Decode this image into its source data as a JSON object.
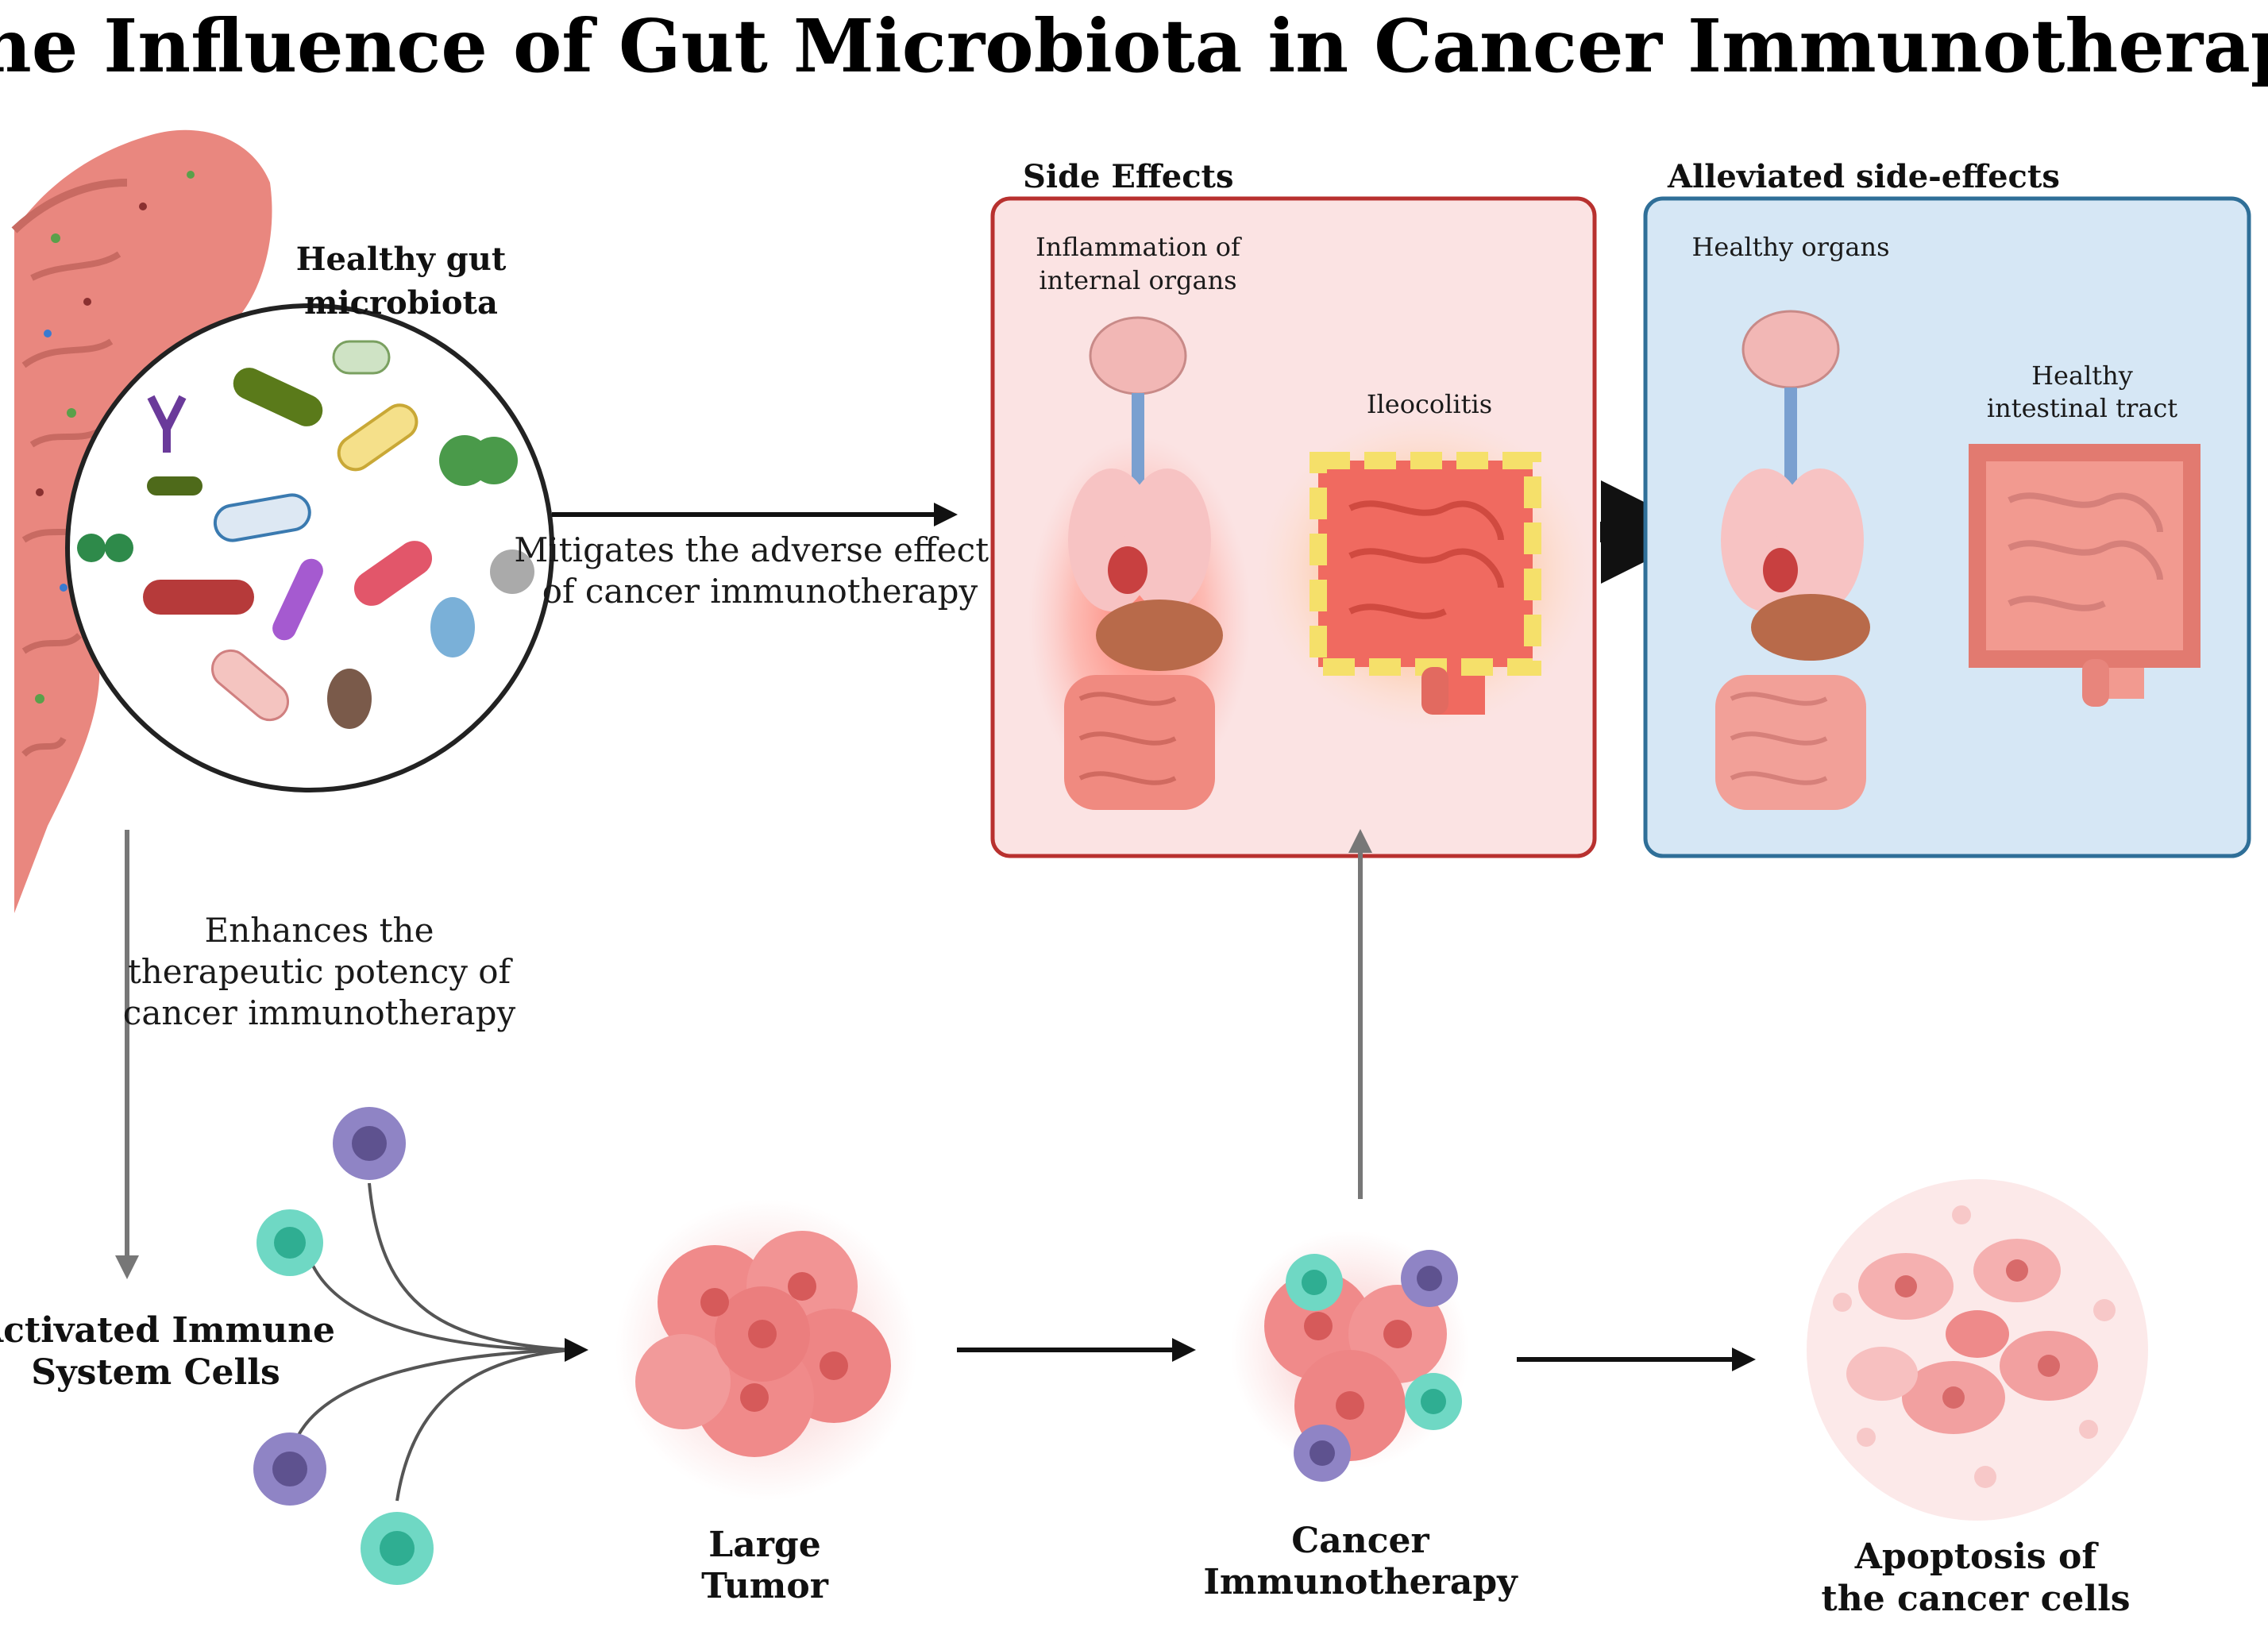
{
  "title": "The Influence of Gut Microbiota in Cancer Immunotherapy",
  "microbiota": {
    "label_line1": "Healthy gut",
    "label_line2": "microbiota"
  },
  "mitigates": {
    "line1": "Mitigates the adverse effects",
    "line2": "of cancer immunotherapy"
  },
  "enhances": {
    "line1": "Enhances the",
    "line2": "therapeutic potency of",
    "line3": "cancer immunotherapy"
  },
  "side_effects": {
    "heading": "Side Effects",
    "inflammation_line1": "Inflammation of",
    "inflammation_line2": "internal organs",
    "ileocolitis": "Ileocolitis"
  },
  "alleviated": {
    "heading": "Alleviated side-effects",
    "healthy_organs": "Healthy organs",
    "intestinal_line1": "Healthy",
    "intestinal_line2": "intestinal tract"
  },
  "immune_cells": {
    "line1": "Activated Immune",
    "line2": "System Cells"
  },
  "tumor": {
    "line1": "Large",
    "line2": "Tumor"
  },
  "immunotherapy": {
    "line1": "Cancer",
    "line2": "Immunotherapy"
  },
  "apoptosis": {
    "line1": "Apoptosis of",
    "line2": "the cancer cells"
  },
  "colors": {
    "side_effects_border": "#b8312f",
    "side_effects_fill": "#fbe3e3",
    "alleviated_border": "#2f6f98",
    "alleviated_fill": "#d6e7f5",
    "tumor_pink": "#f08a8a",
    "gut_pink": "#e9877f",
    "immune_purple": "#7b6fb5",
    "immune_teal": "#3cc7a9"
  }
}
